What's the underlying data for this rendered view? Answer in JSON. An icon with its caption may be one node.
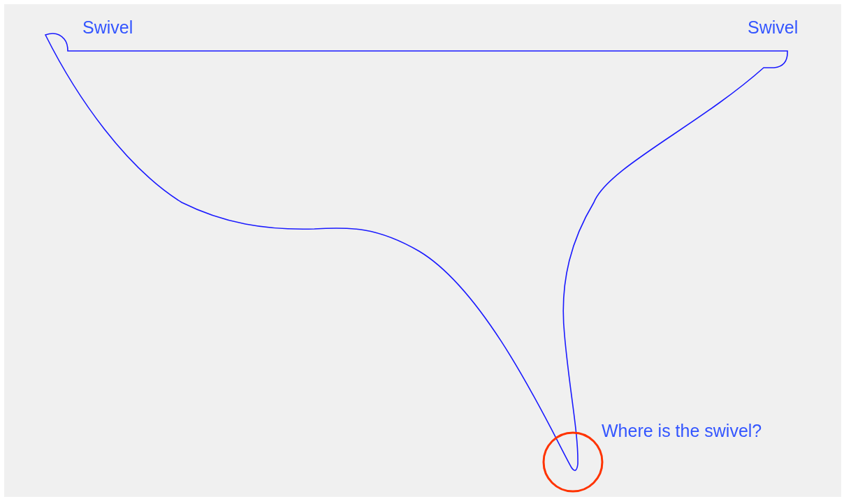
{
  "diagram": {
    "labels": [
      "Swivel",
      "Swivel",
      "Where is the swivel?"
    ]
  }
}
